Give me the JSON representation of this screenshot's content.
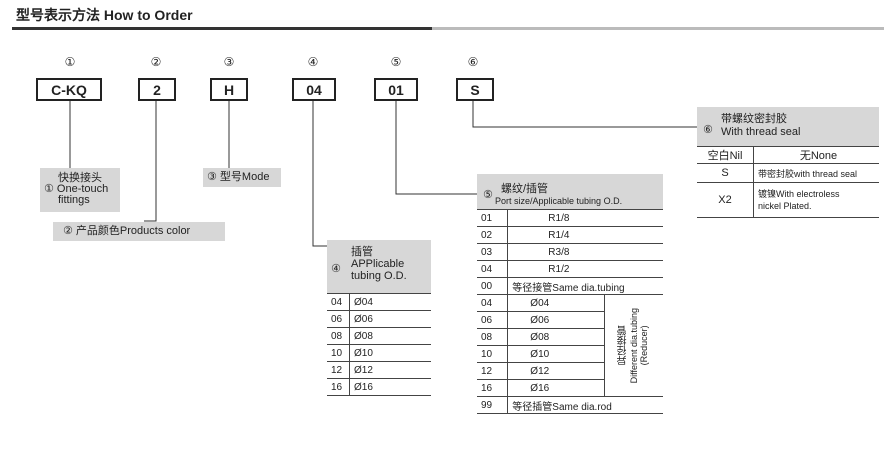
{
  "title": "型号表示方法  How to Order",
  "parts": [
    {
      "num": "①",
      "code": "C-KQ"
    },
    {
      "num": "②",
      "code": "2"
    },
    {
      "num": "③",
      "code": "H"
    },
    {
      "num": "④",
      "code": "04"
    },
    {
      "num": "⑤",
      "code": "01"
    },
    {
      "num": "⑥",
      "code": "S"
    }
  ],
  "label1": {
    "cn": "快换接头",
    "en1": "① One-touch",
    "en2": "fittings"
  },
  "label2": "② 产品颜色Products color",
  "label3": "③ 型号Mode",
  "table4": {
    "num": "④",
    "h1": "插管",
    "h2": "APPlicable",
    "h3": "tubing O.D.",
    "rows": [
      [
        "04",
        "Ø04"
      ],
      [
        "06",
        "Ø06"
      ],
      [
        "08",
        "Ø08"
      ],
      [
        "10",
        "Ø10"
      ],
      [
        "12",
        "Ø12"
      ],
      [
        "16",
        "Ø16"
      ]
    ]
  },
  "table5": {
    "num": "⑤",
    "h1": "螺纹/插管",
    "h2": "Port size/Applicable tubing O.D.",
    "rows_a": [
      [
        "01",
        "R1/8"
      ],
      [
        "02",
        "R1/4"
      ],
      [
        "03",
        "R3/8"
      ],
      [
        "04",
        "R1/2"
      ]
    ],
    "row_same": [
      "00",
      "等径接管Same dia.tubing"
    ],
    "rows_b": [
      [
        "04",
        "Ø04"
      ],
      [
        "06",
        "Ø06"
      ],
      [
        "08",
        "Ø08"
      ],
      [
        "10",
        "Ø10"
      ],
      [
        "12",
        "Ø12"
      ],
      [
        "16",
        "Ø16"
      ]
    ],
    "diff_cn": "异径接管",
    "diff_en": "Different dia.tubing",
    "diff_en2": "(Reducer)",
    "row_last": [
      "99",
      "等径插管Same dia.rod"
    ]
  },
  "table6": {
    "num": "⑥",
    "h1": "带螺纹密封胶",
    "h2": "With thread seal",
    "rows": [
      {
        "code": "空白Nil",
        "desc": "无None"
      },
      {
        "code": "S",
        "desc": "带密封胶with thread seal"
      },
      {
        "code": "X2",
        "desc1": "镀镍With electroless",
        "desc2": "nickel Plated."
      }
    ]
  }
}
